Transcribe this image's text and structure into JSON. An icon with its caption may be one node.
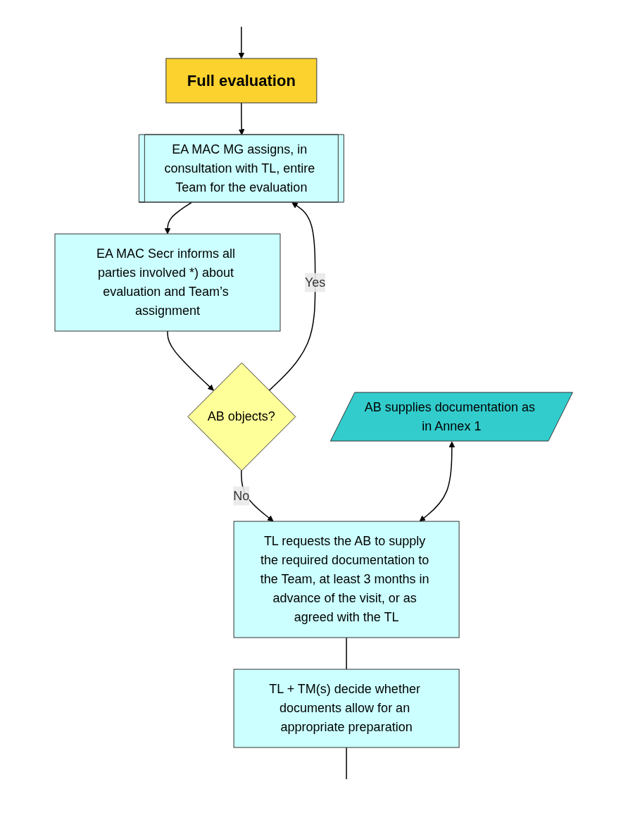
{
  "diagram": {
    "nodes": [
      {
        "text": [
          "Full evaluation"
        ]
      },
      {
        "text": [
          "EA MAC MG assigns, in consultation with TL, entire Team for the evaluation"
        ]
      },
      {
        "text": [
          "EA MAC Secr informs all parties involved *) about evaluation and Team’s assignment"
        ]
      },
      {
        "text": [
          "AB objects?"
        ]
      },
      {
        "text": [
          "AB supplies documentation as in Annex 1"
        ]
      },
      {
        "text": [
          "TL requests the AB to supply the required documentation to the Team, at least 3 months in advance of the visit, or as agreed with the TL"
        ]
      },
      {
        "text": [
          "TL + TM(s) decide whether documents allow for an appropriate preparation"
        ]
      }
    ],
    "edges": [
      {
        "from": null,
        "to": 0,
        "arrow": "to"
      },
      {
        "from": 0,
        "to": 1,
        "arrow": "to"
      },
      {
        "from": 1,
        "to": 2,
        "arrow": "to"
      },
      {
        "from": 2,
        "to": 3,
        "arrow": "to"
      },
      {
        "from": 3,
        "to": 1,
        "arrow": "to",
        "label": "Yes"
      },
      {
        "from": 3,
        "to": 5,
        "arrow": "to",
        "label": "No"
      },
      {
        "from": 4,
        "to": 5,
        "arrow": "both"
      },
      {
        "from": 5,
        "to": 6,
        "arrow": "none"
      },
      {
        "from": 6,
        "to": null,
        "arrow": "none"
      }
    ]
  }
}
